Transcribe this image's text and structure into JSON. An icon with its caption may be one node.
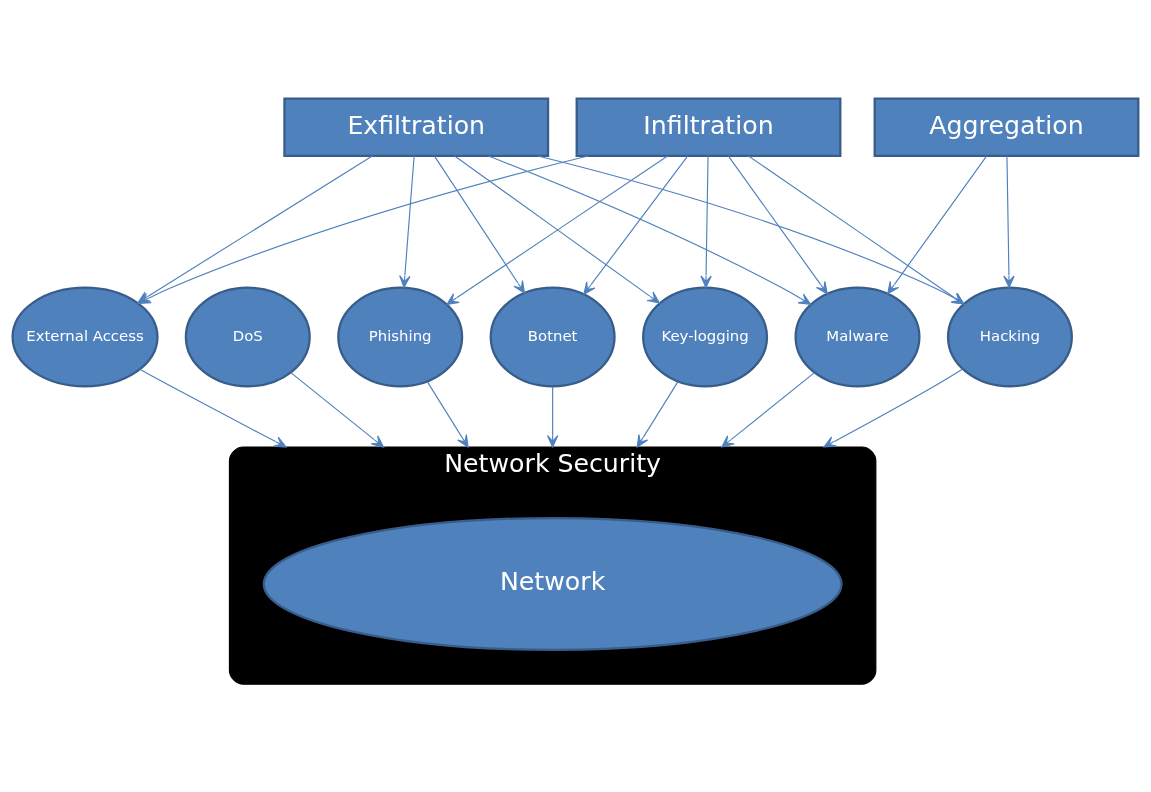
{
  "diagram": {
    "nodes": [
      {
        "text": [
          "Infiltration"
        ]
      },
      {
        "text": [
          "Aggregation"
        ]
      },
      {
        "text": [
          "Exfiltration"
        ]
      },
      {
        "text": [
          "Botnet"
        ]
      },
      {
        "text": [
          "DoS"
        ]
      },
      {
        "text": [
          "Hacking"
        ]
      },
      {
        "text": [
          "Phishing"
        ]
      },
      {
        "text": [
          "External Access"
        ]
      },
      {
        "text": [
          "Key-logging"
        ]
      },
      {
        "text": [
          "Malware"
        ]
      },
      {
        "text": [
          "Network Security"
        ]
      },
      {
        "text": [
          "Network"
        ],
        "in": 10
      }
    ],
    "edges": [
      {
        "from": 0,
        "to": 3,
        "arrow": "to"
      },
      {
        "from": 0,
        "to": 5,
        "arrow": "to"
      },
      {
        "from": 0,
        "to": 6,
        "arrow": "to"
      },
      {
        "from": 0,
        "to": 7,
        "arrow": "to"
      },
      {
        "from": 0,
        "to": 8,
        "arrow": "to"
      },
      {
        "from": 0,
        "to": 9,
        "arrow": "to"
      },
      {
        "from": 1,
        "to": 5,
        "arrow": "to"
      },
      {
        "from": 1,
        "to": 9,
        "arrow": "to"
      },
      {
        "from": 2,
        "to": 3,
        "arrow": "to"
      },
      {
        "from": 2,
        "to": 5,
        "arrow": "to"
      },
      {
        "from": 2,
        "to": 6,
        "arrow": "to"
      },
      {
        "from": 2,
        "to": 7,
        "arrow": "to"
      },
      {
        "from": 2,
        "to": 8,
        "arrow": "to"
      },
      {
        "from": 2,
        "to": 9,
        "arrow": "to"
      },
      {
        "from": 3,
        "to": 10,
        "arrow": "to"
      },
      {
        "from": 4,
        "to": 10,
        "arrow": "to"
      },
      {
        "from": 5,
        "to": 10,
        "arrow": "to"
      },
      {
        "from": 6,
        "to": 10,
        "arrow": "to"
      },
      {
        "from": 7,
        "to": 10,
        "arrow": "to"
      },
      {
        "from": 8,
        "to": 10,
        "arrow": "to"
      },
      {
        "from": 9,
        "to": 10,
        "arrow": "to"
      }
    ]
  }
}
